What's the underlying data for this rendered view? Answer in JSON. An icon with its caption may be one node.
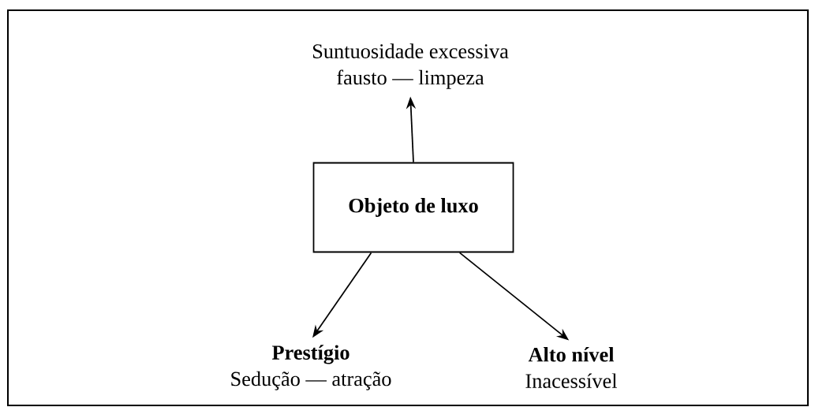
{
  "diagram": {
    "nodes": [
      {
        "text": [
          "Objeto de luxo"
        ]
      },
      {
        "text": [
          "Suntuosidade excessiva",
          "fausto — limpeza"
        ]
      },
      {
        "text": [
          "Prestígio",
          "Sedução — atração"
        ]
      },
      {
        "text": [
          "Alto nível",
          "Inacessível"
        ]
      }
    ],
    "edges": [
      {
        "from": 0,
        "to": 1,
        "arrow": "to"
      },
      {
        "from": 0,
        "to": 2,
        "arrow": "to"
      },
      {
        "from": 0,
        "to": 3,
        "arrow": "to"
      }
    ]
  }
}
